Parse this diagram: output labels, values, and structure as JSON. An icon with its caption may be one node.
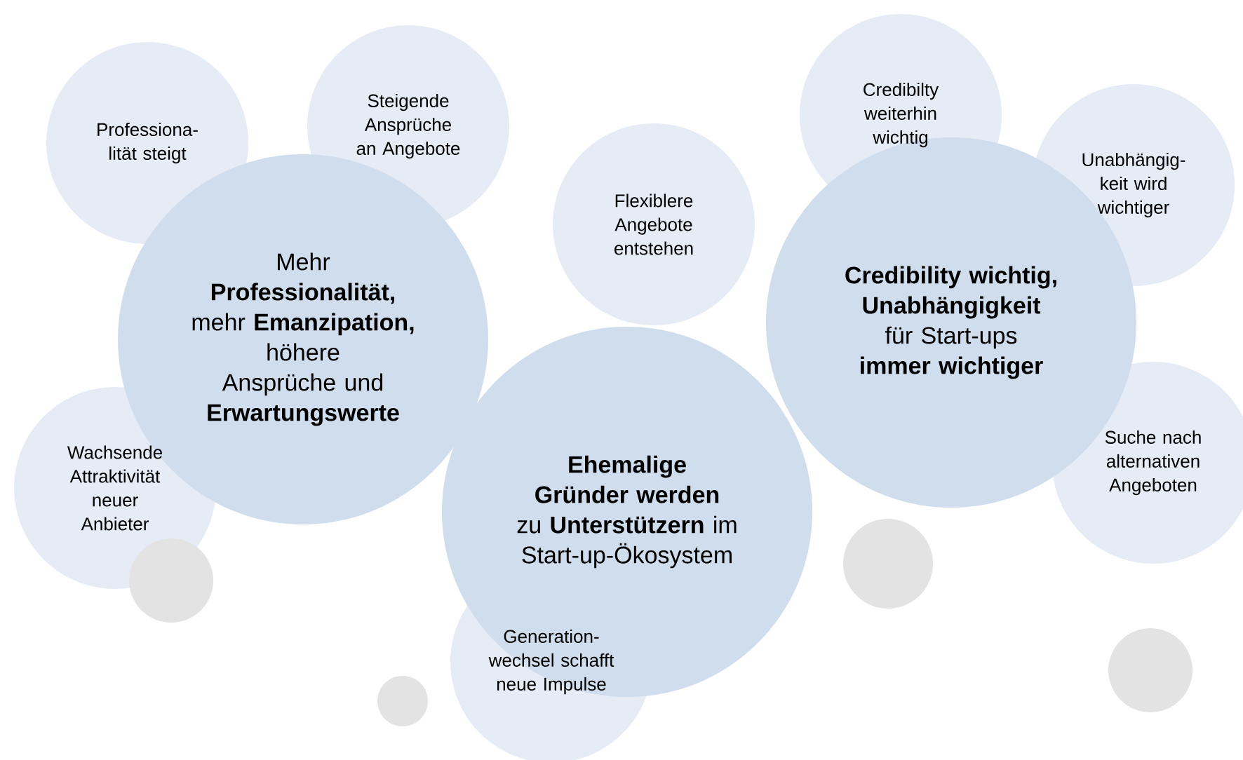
{
  "diagram": {
    "nodes": [
      {
        "text": [
          "Professiona- lität steigt"
        ]
      },
      {
        "text": [
          "Steigende Ansprüche an Angebote"
        ]
      },
      {
        "text": [
          "Mehr **Professionalität,** mehr **Emanzipation,** höhere Ansprüche und **Erwartungswerte**"
        ]
      },
      {
        "text": [
          "Credibilty weiterhin wichtig"
        ]
      },
      {
        "text": [
          "Unabhängig- keit wird wichtiger"
        ]
      },
      {
        "text": [
          "Flexiblere Angebote entstehen"
        ]
      },
      {
        "text": [
          "**Credibility wichtig, Unabhängigkeit** für Start-ups **immer wichtiger**"
        ]
      },
      {
        "text": [
          "Wachsende Attraktivität neuer Anbieter"
        ]
      },
      {
        "text": [
          "**Ehemalige Gründer werden** zu **Unterstützern** im Start-up-Ökosystem"
        ]
      },
      {
        "text": [
          "Suche nach alternativen Angeboten"
        ]
      },
      {
        "text": [],
        "shape": "circle"
      },
      {
        "text": [],
        "shape": "circle"
      },
      {
        "text": [
          "Generation- wechsel schafft neue Impulse"
        ]
      },
      {
        "text": [],
        "shape": "circle"
      },
      {
        "text": [],
        "shape": "circle"
      }
    ]
  }
}
